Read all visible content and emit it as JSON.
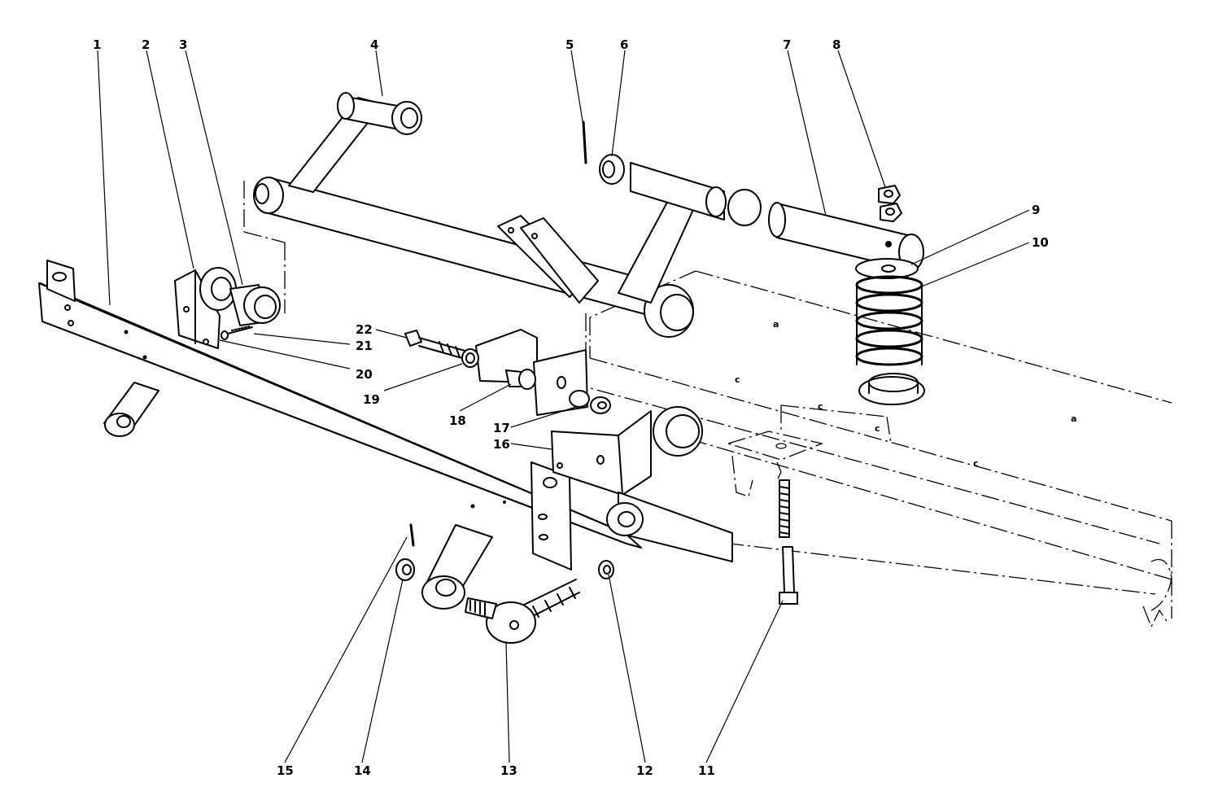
{
  "callouts": [
    {
      "id": "1",
      "label": "1"
    },
    {
      "id": "2",
      "label": "2"
    },
    {
      "id": "3",
      "label": "3"
    },
    {
      "id": "4",
      "label": "4"
    },
    {
      "id": "5",
      "label": "5"
    },
    {
      "id": "6",
      "label": "6"
    },
    {
      "id": "7",
      "label": "7"
    },
    {
      "id": "8",
      "label": "8"
    },
    {
      "id": "9",
      "label": "9"
    },
    {
      "id": "10",
      "label": "10"
    },
    {
      "id": "11",
      "label": "11"
    },
    {
      "id": "12",
      "label": "12"
    },
    {
      "id": "13",
      "label": "13"
    },
    {
      "id": "14",
      "label": "14"
    },
    {
      "id": "15",
      "label": "15"
    },
    {
      "id": "16",
      "label": "16"
    },
    {
      "id": "17",
      "label": "17"
    },
    {
      "id": "18",
      "label": "18"
    },
    {
      "id": "19",
      "label": "19"
    },
    {
      "id": "20",
      "label": "20"
    },
    {
      "id": "21",
      "label": "21"
    },
    {
      "id": "22",
      "label": "22"
    }
  ],
  "colors": {
    "ink": "#000000",
    "paper": "#ffffff",
    "shade": "#e8e8e8"
  }
}
